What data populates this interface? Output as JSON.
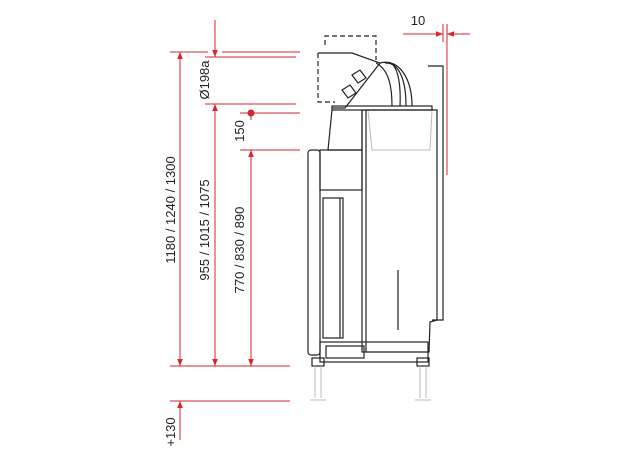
{
  "dimensions": {
    "offset_top": "10",
    "total_height": "1180 / 1240 / 1300",
    "flue_height": "955 / 1015 / 1075",
    "flue_diameter": "Ø198a",
    "air_inlet": "150",
    "inlet_height": "770 / 830 / 890",
    "leg_extension": "+130"
  },
  "colors": {
    "dimension": "#d9232e",
    "drawing": "#222222"
  }
}
